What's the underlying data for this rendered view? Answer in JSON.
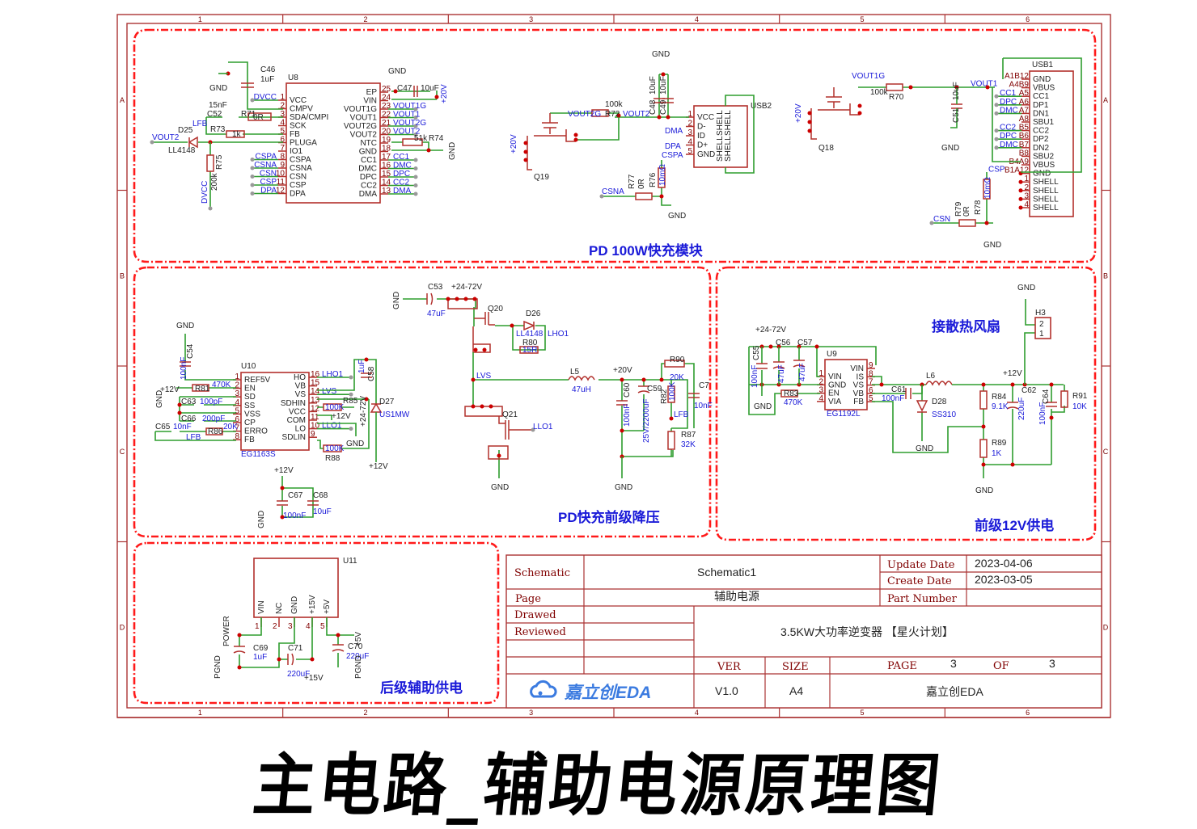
{
  "frame": {
    "columns": [
      "1",
      "2",
      "3",
      "4",
      "5",
      "6"
    ],
    "rows": [
      "A",
      "B",
      "C",
      "D"
    ]
  },
  "sections": {
    "pd100w": "PD 100W快充模块",
    "buck": "PD快充前级降压",
    "supply12v": "前级12V供电",
    "fan": "接散热风扇",
    "aux": "后级辅助供电"
  },
  "title_block": {
    "schematic_label": "Schematic",
    "schematic_value": "Schematic1",
    "update_date_label": "Update Date",
    "update_date": "2023-04-06",
    "create_date_label": "Create Date",
    "create_date": "2023-03-05",
    "page_label": "Page",
    "page_value": "辅助电源",
    "part_number_label": "Part Number",
    "part_number": "",
    "drawed_label": "Drawed",
    "reviewed_label": "Reviewed",
    "project_title": "3.5KW大功率逆变器 【星火计划】",
    "ver_label": "VER",
    "ver": "V1.0",
    "size_label": "SIZE",
    "size": "A4",
    "page_no_label": "PAGE",
    "page_no": "3",
    "of_label": "OF",
    "page_total": "3",
    "company": "嘉立创EDA",
    "logo_text": "嘉立创EDA"
  },
  "u8": {
    "ref": "U8",
    "left_pins": [
      [
        "1",
        "VCC"
      ],
      [
        "2",
        "CMPV"
      ],
      [
        "3",
        "SDA/CMPI"
      ],
      [
        "4",
        "SCK"
      ],
      [
        "5",
        "FB"
      ],
      [
        "6",
        "PLUGA"
      ],
      [
        "7",
        "IO1"
      ],
      [
        "8",
        "CSPA"
      ],
      [
        "9",
        "CSNA"
      ],
      [
        "10",
        "CSN"
      ],
      [
        "11",
        "CSP"
      ],
      [
        "12",
        "DPA"
      ]
    ],
    "right_pins": [
      [
        "25",
        "EP"
      ],
      [
        "24",
        "VIN"
      ],
      [
        "23",
        "VOUT1G"
      ],
      [
        "22",
        "VOUT1"
      ],
      [
        "21",
        "VOUT2G"
      ],
      [
        "20",
        "VOUT2"
      ],
      [
        "19",
        "NTC"
      ],
      [
        "18",
        "GND"
      ],
      [
        "17",
        "CC1"
      ],
      [
        "16",
        "DMC"
      ],
      [
        "15",
        "DPC"
      ],
      [
        "14",
        "CC2"
      ],
      [
        "13",
        "DMA"
      ]
    ],
    "left_nets": [
      "DVCC",
      "",
      "",
      "",
      "",
      "",
      "",
      "CSPA",
      "CSNA",
      "CSN",
      "CSP",
      "DPA"
    ],
    "right_nets": [
      "",
      "",
      "VOUT1G",
      "VOUT1",
      "VOUT2G",
      "VOUT2",
      "",
      "",
      "CC1",
      "DMC",
      "DPC",
      "CC2",
      "DMA"
    ],
    "labels": {
      "c46": "C46",
      "c46v": "1uF",
      "gnd": "GND",
      "c52": "C52",
      "c52v": "15nF",
      "r71": "R71",
      "r71v": "0R",
      "r73": "R73",
      "r73v": "1k",
      "lfb": "LFB",
      "d25": "D25",
      "d25v": "LL4148",
      "vout2": "VOUT2",
      "r75": "R75",
      "r75v": "200k",
      "dvcc": "DVCC",
      "c47": "C47",
      "c47v": "10uF",
      "p20v": "+20V",
      "r74": "R74",
      "r74v": "51k",
      "gnd2": "GND",
      "gnd3": "GND"
    }
  },
  "usb2": {
    "ref": "USB2",
    "pins": [
      [
        "1",
        "VCC"
      ],
      [
        "2",
        "D-"
      ],
      [
        "3",
        "ID"
      ],
      [
        "4",
        "D+"
      ],
      [
        "5",
        "GND"
      ]
    ],
    "shell": [
      "SHELL",
      "SHELL",
      "SHELL",
      "SHELL"
    ],
    "labels": {
      "gnd": "GND",
      "c48": "C48",
      "c48v": "10uF",
      "c49": "C49",
      "c49v": "10uF",
      "vout2g": "VOUT2G",
      "r72": "R72",
      "r72v": "100k",
      "vout2": "VOUT2",
      "dma": "DMA",
      "dpa": "DPA",
      "cspa": "CSPA",
      "q19": "Q19",
      "p20v": "+20V",
      "r77": "R77",
      "r77v": "0R",
      "r76": "R76",
      "r76v": "10mΩ",
      "csna": "CSNA",
      "gnd2": "GND"
    }
  },
  "usb1": {
    "ref": "USB1",
    "pins": [
      [
        "A1B12",
        "GND"
      ],
      [
        "A4B9",
        "VBUS"
      ],
      [
        "A5",
        "CC1"
      ],
      [
        "A6",
        "DP1"
      ],
      [
        "A7",
        "DN1"
      ],
      [
        "A8",
        "SBU1"
      ],
      [
        "B5",
        "CC2"
      ],
      [
        "B6",
        "DP2"
      ],
      [
        "B7",
        "DN2"
      ],
      [
        "B8",
        "SBU2"
      ],
      [
        "B4A9",
        "VBUS"
      ],
      [
        "B1A12",
        "GND"
      ],
      [
        "1",
        "SHELL"
      ],
      [
        "2",
        "SHELL"
      ],
      [
        "3",
        "SHELL"
      ],
      [
        "4",
        "SHELL"
      ]
    ],
    "nets": [
      "",
      "VOUT1",
      "CC1",
      "DPC",
      "DMC",
      "",
      "CC2",
      "DPC",
      "DMC",
      "",
      "",
      "CSP",
      "",
      "",
      "",
      ""
    ],
    "labels": {
      "vout1g": "VOUT1G",
      "r70": "R70",
      "r70v": "100k",
      "c51": "C51",
      "c51v": "10uF",
      "q18": "Q18",
      "p20v": "+20V",
      "gnd": "GND",
      "r79": "R79",
      "r79v": "0R",
      "r78": "R78",
      "r78v": "10mΩ",
      "csn": "CSN",
      "gnd2": "GND"
    }
  },
  "u10": {
    "ref": "U10",
    "part": "EG1163S",
    "left_pins": [
      [
        "1",
        "REF5V"
      ],
      [
        "2",
        "EN"
      ],
      [
        "3",
        "SD"
      ],
      [
        "4",
        "SS"
      ],
      [
        "5",
        "VSS"
      ],
      [
        "6",
        "CP"
      ],
      [
        "7",
        "ERRO"
      ],
      [
        "8",
        "FB"
      ]
    ],
    "right_pins": [
      [
        "16",
        "HO"
      ],
      [
        "15",
        "VB"
      ],
      [
        "14",
        "VS"
      ],
      [
        "13",
        "SDHIN"
      ],
      [
        "12",
        "VCC"
      ],
      [
        "11",
        "COM"
      ],
      [
        "10",
        "LO"
      ],
      [
        "9",
        "SDLIN"
      ]
    ],
    "right_nets": [
      "LHO1",
      "",
      "LVS",
      "",
      "",
      "",
      "LLO1",
      ""
    ],
    "labels": {
      "gnd": "GND",
      "c54": "C54",
      "c54v": "100nF",
      "p12": "+12V",
      "r81": "R81",
      "r81v": "470K",
      "gnd2": "GND",
      "c63": "C63",
      "c63v": "100pF",
      "c66": "C66",
      "c66v": "200pF",
      "c65": "C65",
      "c65v": "10nF",
      "r86": "R86",
      "r86v": "20K",
      "lfb": "LFB",
      "c58": "C58",
      "c58v": "1uF",
      "r85": "R85",
      "r85v": "100K",
      "p12b": "+12V",
      "p2472": "+24-72V",
      "d27": "D27",
      "d27v": "US1MW",
      "gnd3": "GND",
      "r88": "R88",
      "r88v": "100K",
      "p12c": "+12V",
      "p12d": "+12V",
      "c67": "C67",
      "c67v": "100nF",
      "c68": "C68",
      "c68v": "10uF",
      "gnd4": "GND"
    }
  },
  "buck": {
    "labels": {
      "gnd": "GND",
      "c53": "C53",
      "c53v": "47uF",
      "p2472": "+24-72V",
      "q20": "Q20",
      "d26": "D26",
      "d26v": "LL4148",
      "lho1": "LHO1",
      "r80": "R80",
      "r80v": "15R",
      "lvs": "LVS",
      "l5": "L5",
      "l5v": "47uH",
      "p20": "+20V",
      "c60": "C60",
      "c60v": "100nF",
      "c59": "C59",
      "c59v": "25V/2200uF",
      "r90": "R90",
      "r90v": "20K",
      "c7": "C7",
      "c7v": "10nF",
      "r82": "R82",
      "r82v": "100K",
      "lfb": "LFB",
      "r87": "R87",
      "r87v": "32K",
      "q21": "Q21",
      "llo1": "LLO1",
      "gnd2": "GND",
      "gnd3": "GND"
    }
  },
  "u9": {
    "ref": "U9",
    "part": "EG1192L",
    "left_pins": [
      [
        "1",
        "VIN"
      ],
      [
        "2",
        "GND"
      ],
      [
        "3",
        "EN"
      ],
      [
        "4",
        "VIA"
      ]
    ],
    "right_pins": [
      [
        "9",
        "VIN"
      ],
      [
        "8",
        "IS"
      ],
      [
        "7",
        "VS"
      ],
      [
        "6",
        "VB"
      ],
      [
        "5",
        "FB"
      ]
    ],
    "labels": {
      "p2472": "+24-72V",
      "c55": "C55",
      "c55v": "100nF",
      "c56": "C56",
      "c56v": "47uF",
      "c57": "C57",
      "c57v": "47uF",
      "gnd": "GND",
      "r83": "R83",
      "r83v": "470K",
      "c61": "C61",
      "c61v": "100nF",
      "l6": "L6",
      "d28": "D28",
      "d28v": "SS310",
      "gnd2": "GND",
      "r84": "R84",
      "r84v": "9.1K",
      "r89": "R89",
      "r89v": "1K",
      "p12": "+12V",
      "c62": "C62",
      "c62v": "220uF",
      "c64": "C64",
      "c64v": "100nF",
      "r91": "R91",
      "r91v": "10K",
      "gnd3": "GND",
      "h3": "H3",
      "h3p2": "2",
      "h3p1": "1",
      "gnd4": "GND"
    }
  },
  "u11": {
    "ref": "U11",
    "pins": [
      [
        "1",
        "VIN"
      ],
      [
        "2",
        "NC"
      ],
      [
        "3",
        "GND"
      ],
      [
        "4",
        "+15V"
      ],
      [
        "5",
        "+5V"
      ]
    ],
    "labels": {
      "power": "POWER",
      "c69": "C69",
      "c69v": "1uF",
      "pgnd": "PGND",
      "c71": "C71",
      "c71v": "220uF",
      "p15": "+15V",
      "c70": "C70",
      "c70v": "220uF",
      "p5": "+5V",
      "pgnd2": "PGND"
    }
  },
  "banner": "主电路_辅助电源原理图"
}
